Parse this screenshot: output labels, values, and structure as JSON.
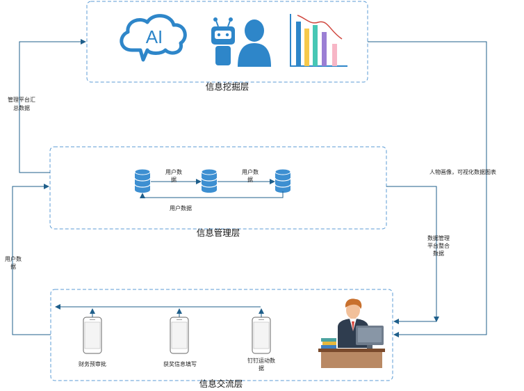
{
  "layers": {
    "mining": "信息挖掘层",
    "management": "信息管理层",
    "exchange": "信息交流层"
  },
  "mining_icons": {
    "ai_cloud": "AI",
    "robot": "robot-icon",
    "person": "person-icon",
    "chart": "bar-chart-icon"
  },
  "edges": {
    "left_top_1": "管理平台汇",
    "left_top_2": "总数据",
    "left_bottom_1": "用户数",
    "left_bottom_2": "据",
    "right_top": "人物画像，可视化数据图表",
    "right_mid_1": "数据管理",
    "right_mid_2": "平台整合",
    "right_mid_3": "数据"
  },
  "management": {
    "edge_a_1": "用户数",
    "edge_a_2": "据",
    "edge_b_1": "用户数",
    "edge_b_2": "据",
    "edge_back": "用户数据"
  },
  "exchange": {
    "phone1": "财务预审批",
    "phone2": "获奖信息填写",
    "phone3_1": "钉钉运动数",
    "phone3_2": "据"
  },
  "colors": {
    "dash": "#5b9bd5",
    "arrow": "#1f5f8b",
    "db": "#3d8fd1",
    "icon_blue": "#2e86c9"
  }
}
